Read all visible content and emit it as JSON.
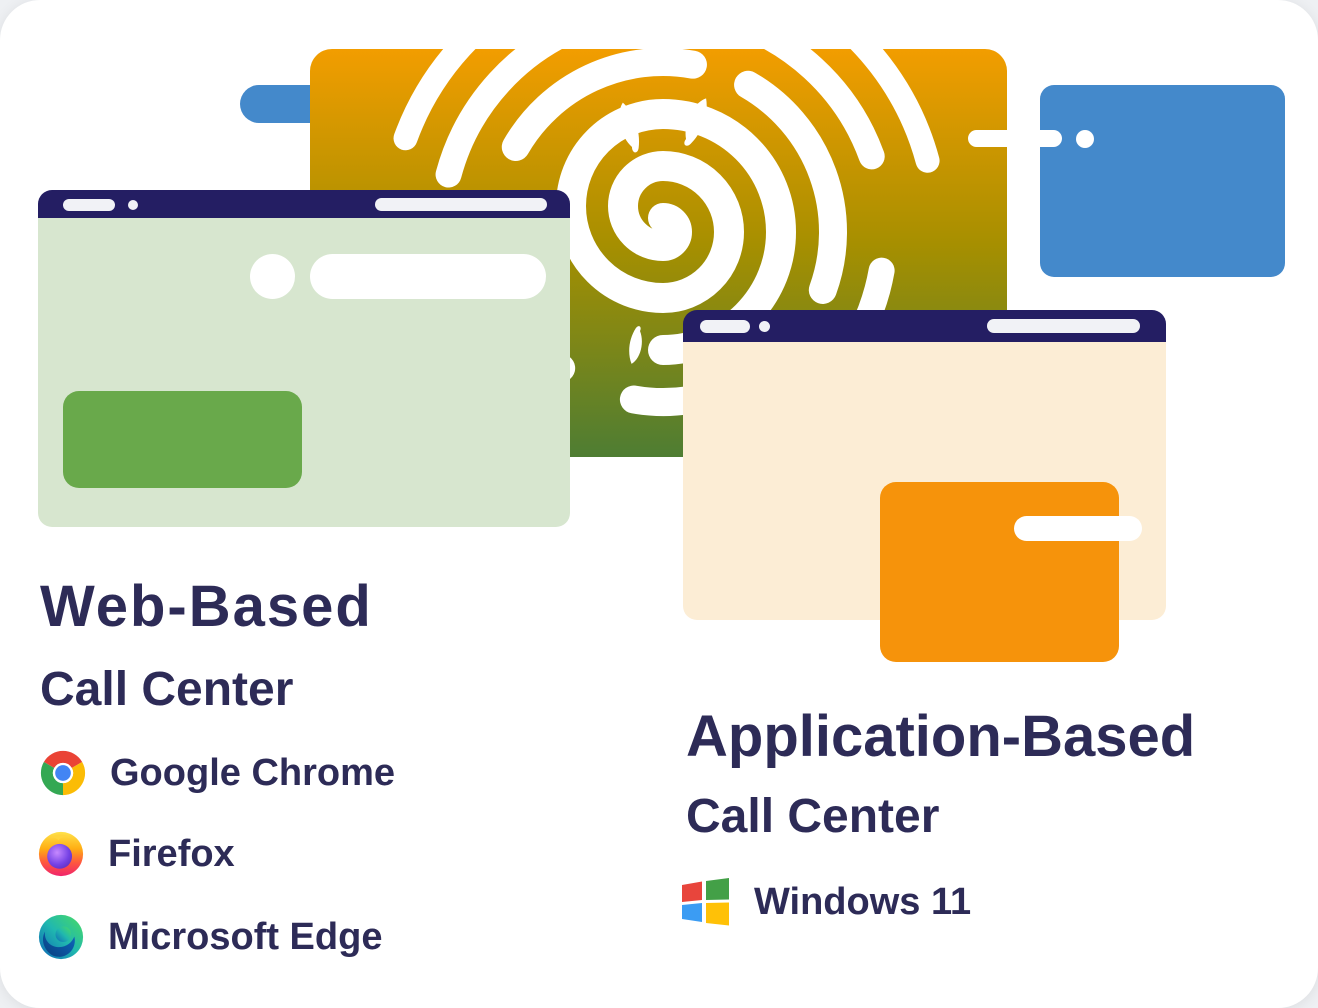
{
  "colors": {
    "white": "#ffffff",
    "navy": "#241e63",
    "text-navy": "#2d2b57",
    "blue": "#4489cb",
    "grad-top": "#f29d00",
    "grad-mid": "#a68f00",
    "grad-bottom": "#4e7d33",
    "pane-green": "#d7e6cf",
    "button-green": "#69a94b",
    "pane-cream": "#fcedd5",
    "orange": "#f6930b",
    "titlebar-pill": "#f1f2f6"
  },
  "illustration": {
    "logo": "call-wave-spiral-logo",
    "shapes": [
      "web-browser-window",
      "application-window",
      "monitor-card",
      "connector-pill"
    ]
  },
  "sections": {
    "web": {
      "title": "Web-Based",
      "subtitle": "Call Center",
      "items": [
        {
          "label": "Google Chrome",
          "icon": "chrome-icon"
        },
        {
          "label": "Firefox",
          "icon": "firefox-icon"
        },
        {
          "label": "Microsoft Edge",
          "icon": "edge-icon"
        }
      ]
    },
    "app": {
      "title": "Application-Based",
      "subtitle": "Call Center",
      "items": [
        {
          "label": "Windows 11",
          "icon": "windows-icon"
        }
      ]
    }
  }
}
